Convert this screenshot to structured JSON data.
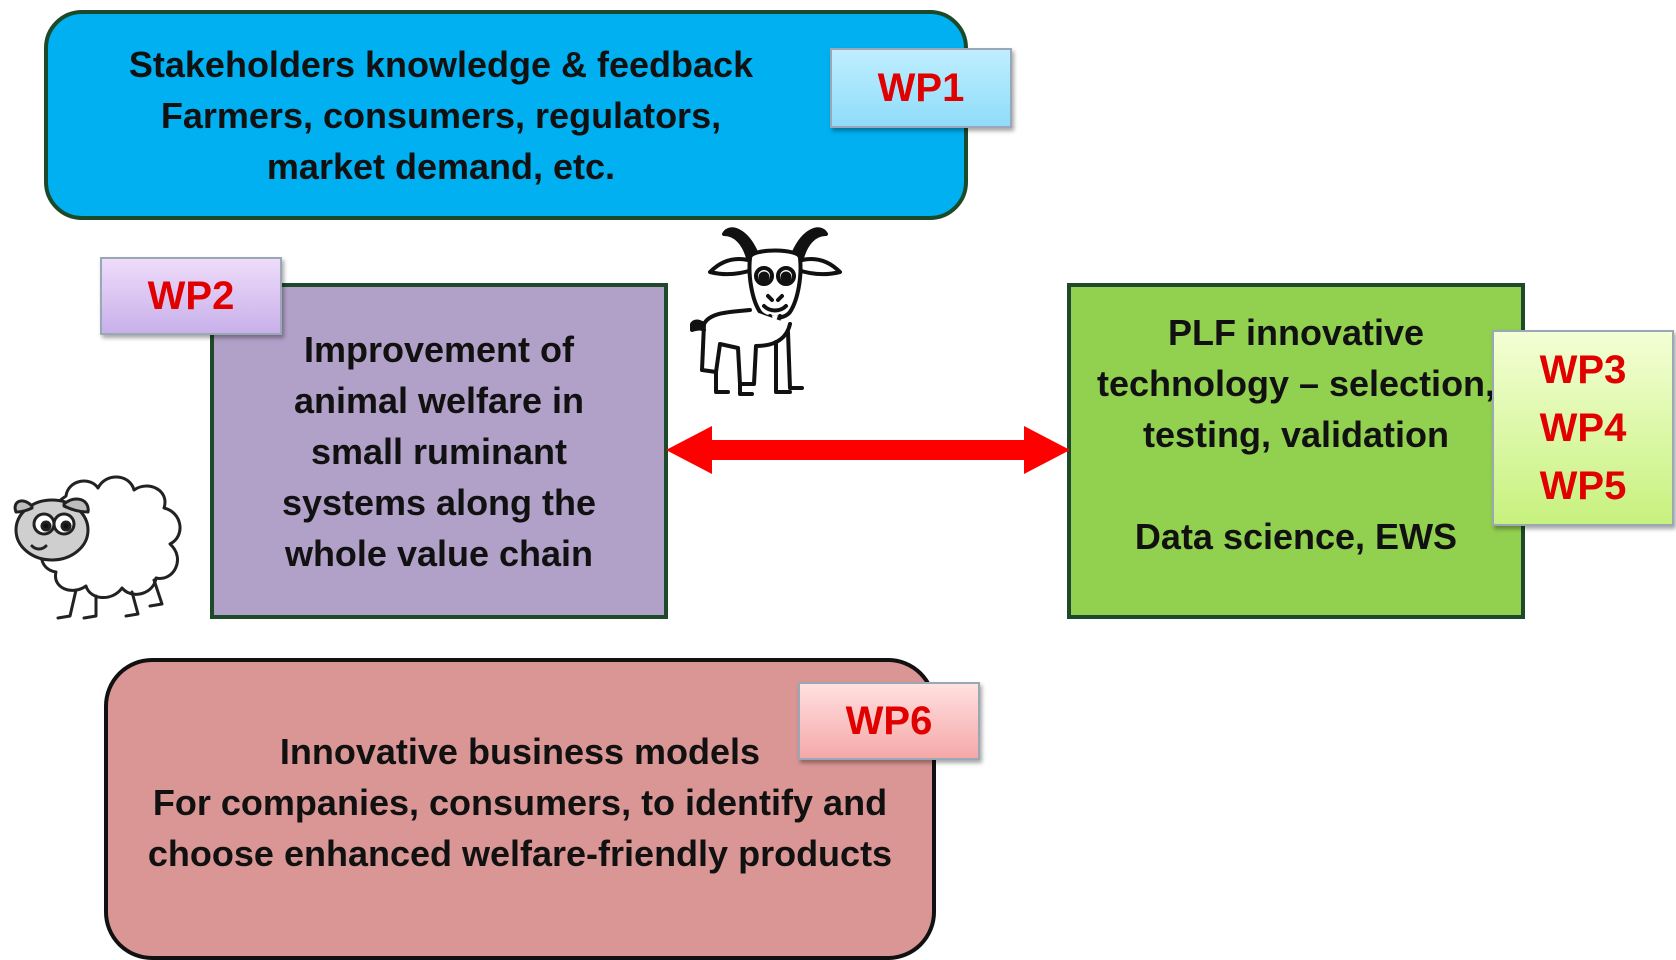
{
  "stakeholders": {
    "lines": [
      "Stakeholders knowledge & feedback",
      "Farmers, consumers, regulators,",
      "market demand, etc."
    ],
    "wp_label": "WP1"
  },
  "welfare": {
    "lines": [
      "Improvement of",
      "animal welfare in",
      "small ruminant",
      "systems along the",
      "whole value chain"
    ],
    "wp_label": "WP2"
  },
  "plf": {
    "lines": [
      "PLF innovative",
      "technology – selection,",
      "testing, validation",
      "",
      "Data science, EWS"
    ],
    "wp_labels": [
      "WP3",
      "WP4",
      "WP5"
    ]
  },
  "business": {
    "lines": [
      "Innovative business models",
      "For companies, consumers, to identify and",
      "choose enhanced welfare-friendly products"
    ],
    "wp_label": "WP6"
  },
  "connector": {
    "type": "bidirectional-arrow",
    "color": "#ff0000"
  },
  "illustrations": {
    "goat": "goat-icon",
    "sheep": "sheep-icon"
  },
  "colors": {
    "stakeholders_fill": "#00b0f0",
    "welfare_fill": "#b1a0c7",
    "plf_fill": "#92d050",
    "business_fill": "#da9694",
    "wp_text": "#e00000"
  }
}
